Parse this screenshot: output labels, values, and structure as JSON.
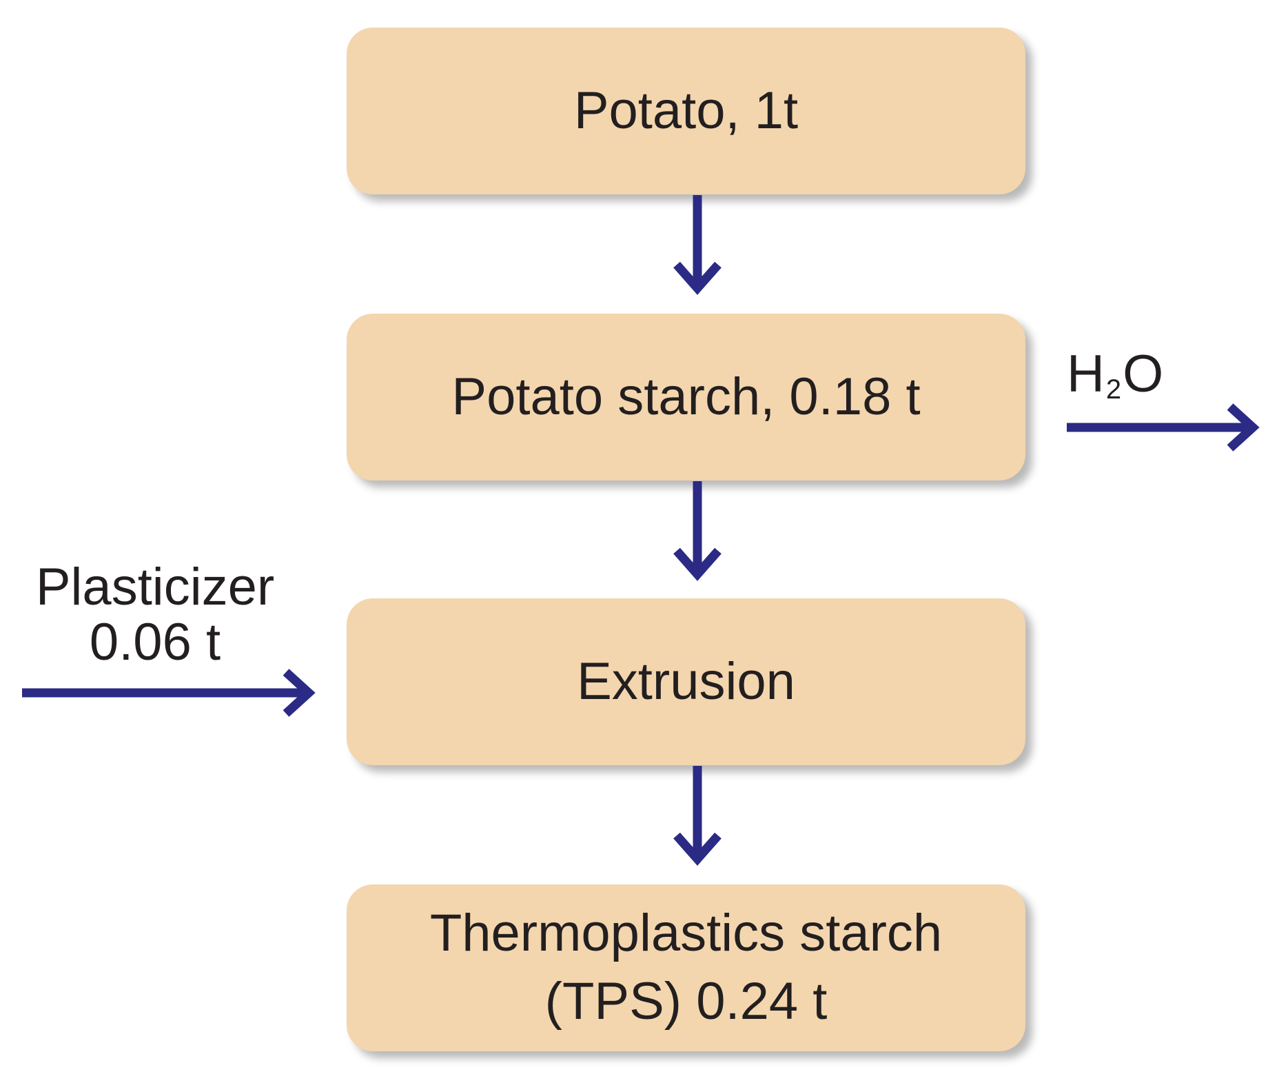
{
  "colors": {
    "box_fill": "#f3d6ae",
    "arrow": "#2b2a85",
    "text": "#231f20"
  },
  "boxes": {
    "potato": "Potato, 1t",
    "starch": "Potato starch, 0.18 t",
    "extrusion": "Extrusion",
    "tps_line1": "Thermoplastics starch",
    "tps_line2": "(TPS) 0.24 t"
  },
  "outputs": {
    "h2o_prefix": "H",
    "h2o_subscript": "2",
    "h2o_suffix": "O"
  },
  "inputs": {
    "plasticizer_line1": "Plasticizer",
    "plasticizer_line2": "0.06 t"
  }
}
